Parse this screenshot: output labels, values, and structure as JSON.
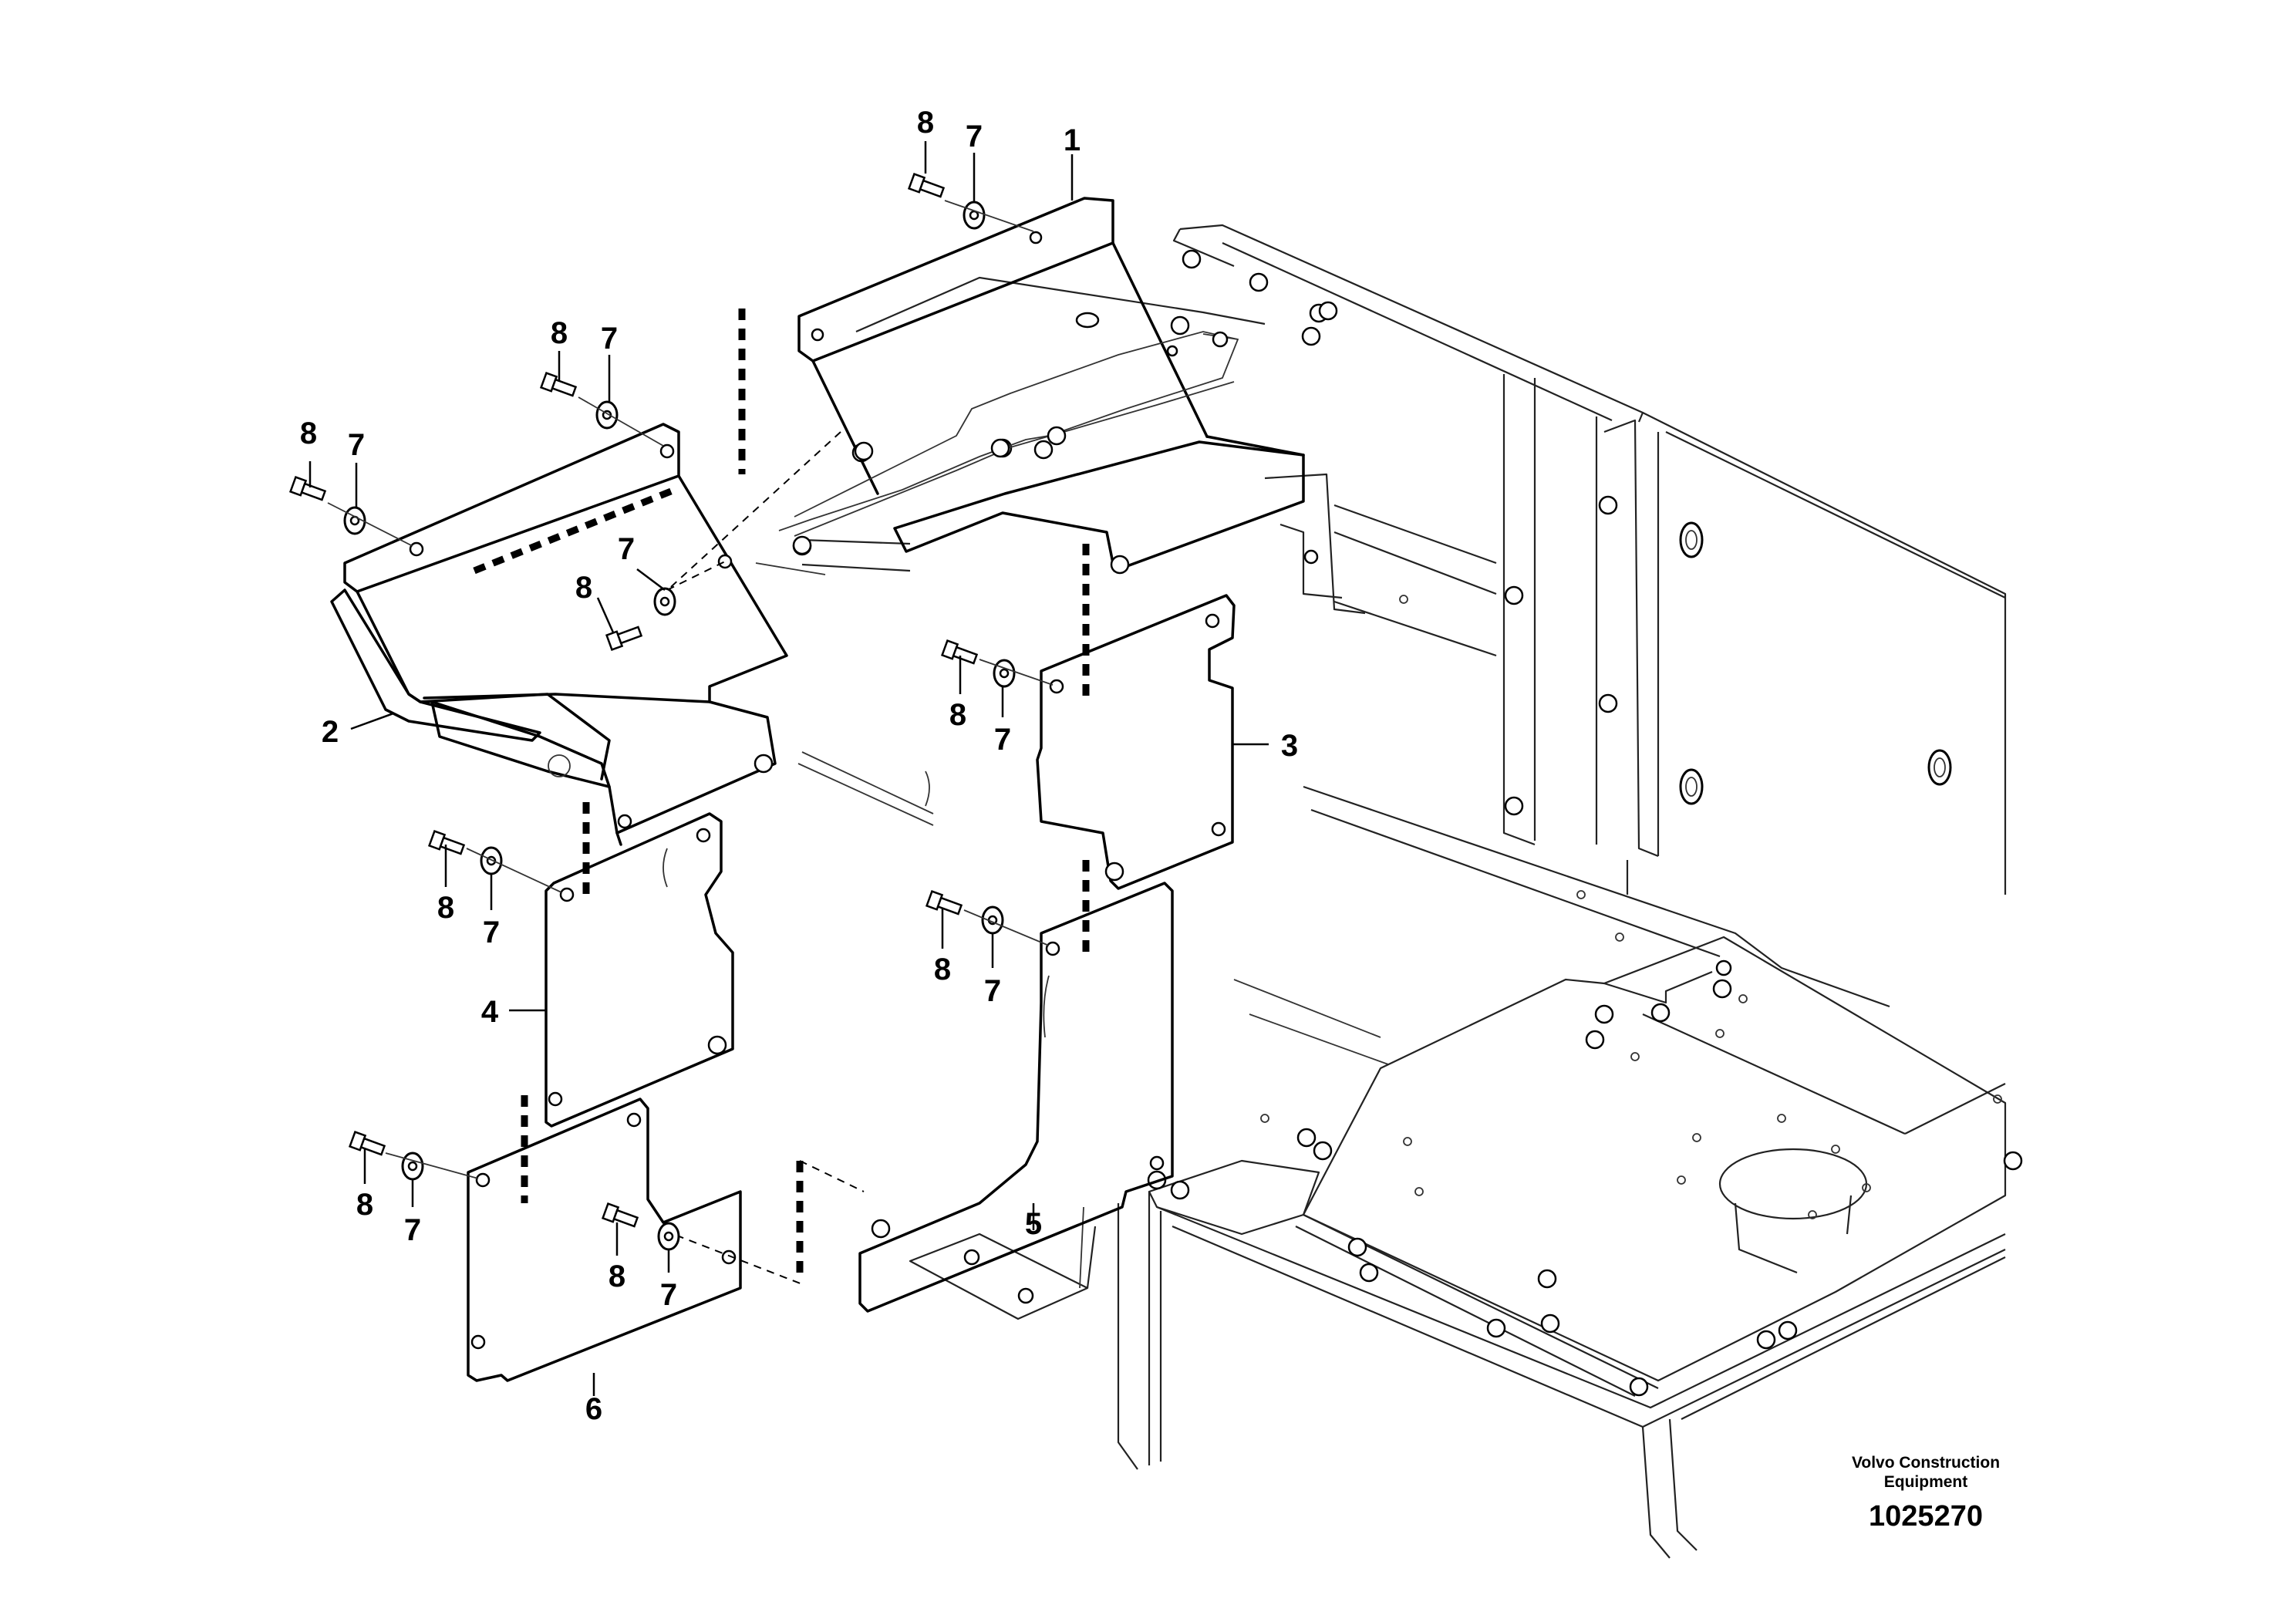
{
  "callouts": {
    "c1": "1",
    "c2": "2",
    "c3": "3",
    "c4": "4",
    "c5": "5",
    "c6": "6",
    "screw": "8",
    "washer": "7"
  },
  "footer": {
    "company_line1": "Volvo Construction",
    "company_line2": "Equipment",
    "doc_number": "1025270"
  }
}
